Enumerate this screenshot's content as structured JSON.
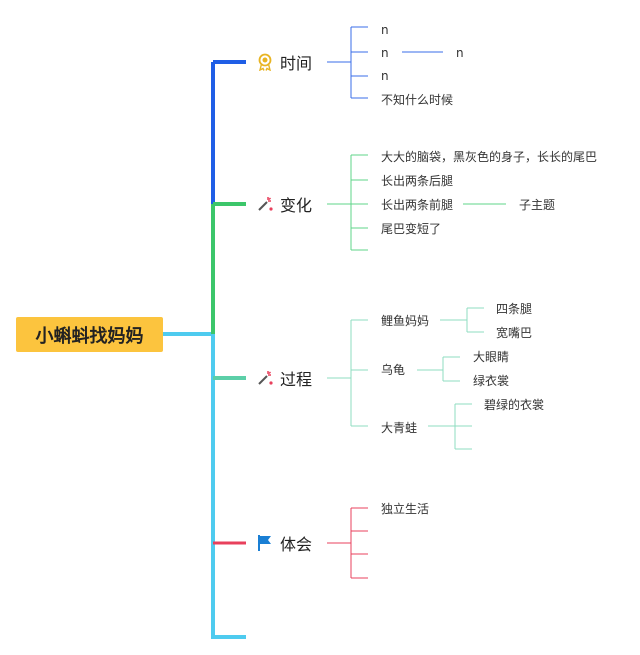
{
  "root": {
    "title": "小蝌蚪找妈妈"
  },
  "branches": [
    {
      "label": "时间",
      "icon": "award-ribbon-icon",
      "color": "#1f5ee6",
      "items": [
        {
          "text": "n",
          "children": []
        },
        {
          "text": "n",
          "children": [
            "n"
          ]
        },
        {
          "text": "n",
          "children": []
        },
        {
          "text": "不知什么时候",
          "children": []
        }
      ]
    },
    {
      "label": "变化",
      "icon": "magic-wand-icon",
      "color": "#3cc66a",
      "items": [
        {
          "text": "大大的脑袋，黑灰色的身子，长长的尾巴",
          "children": []
        },
        {
          "text": "长出两条后腿",
          "children": []
        },
        {
          "text": "长出两条前腿",
          "children": [
            "子主题"
          ]
        },
        {
          "text": "尾巴变短了",
          "children": []
        },
        {
          "text": "",
          "children": []
        }
      ]
    },
    {
      "label": "过程",
      "icon": "magic-wand-icon",
      "color": "#5ccfa8",
      "items": [
        {
          "text": "鲤鱼妈妈",
          "children": [
            "四条腿",
            "宽嘴巴"
          ]
        },
        {
          "text": "乌龟",
          "children": [
            "大眼睛",
            "绿衣裳"
          ]
        },
        {
          "text": "大青蛙",
          "children": [
            "碧绿的衣裳",
            "",
            ""
          ]
        }
      ]
    },
    {
      "label": "体会",
      "icon": "flag-icon",
      "color": "#e8405c",
      "items": [
        {
          "text": "独立生活",
          "children": []
        },
        {
          "text": "",
          "children": []
        },
        {
          "text": "",
          "children": []
        },
        {
          "text": "",
          "children": []
        }
      ]
    },
    {
      "label": "",
      "icon": "",
      "color": "#4ecbef",
      "items": []
    }
  ],
  "colors": {
    "root_fill": "#fcc43e",
    "trunk_time": "#1f5ee6",
    "trunk_change": "#3cc66a",
    "trunk_process": "#4ecbef",
    "process_leaf": "#8fdcc0",
    "feeling_leaf": "#e8405c"
  }
}
